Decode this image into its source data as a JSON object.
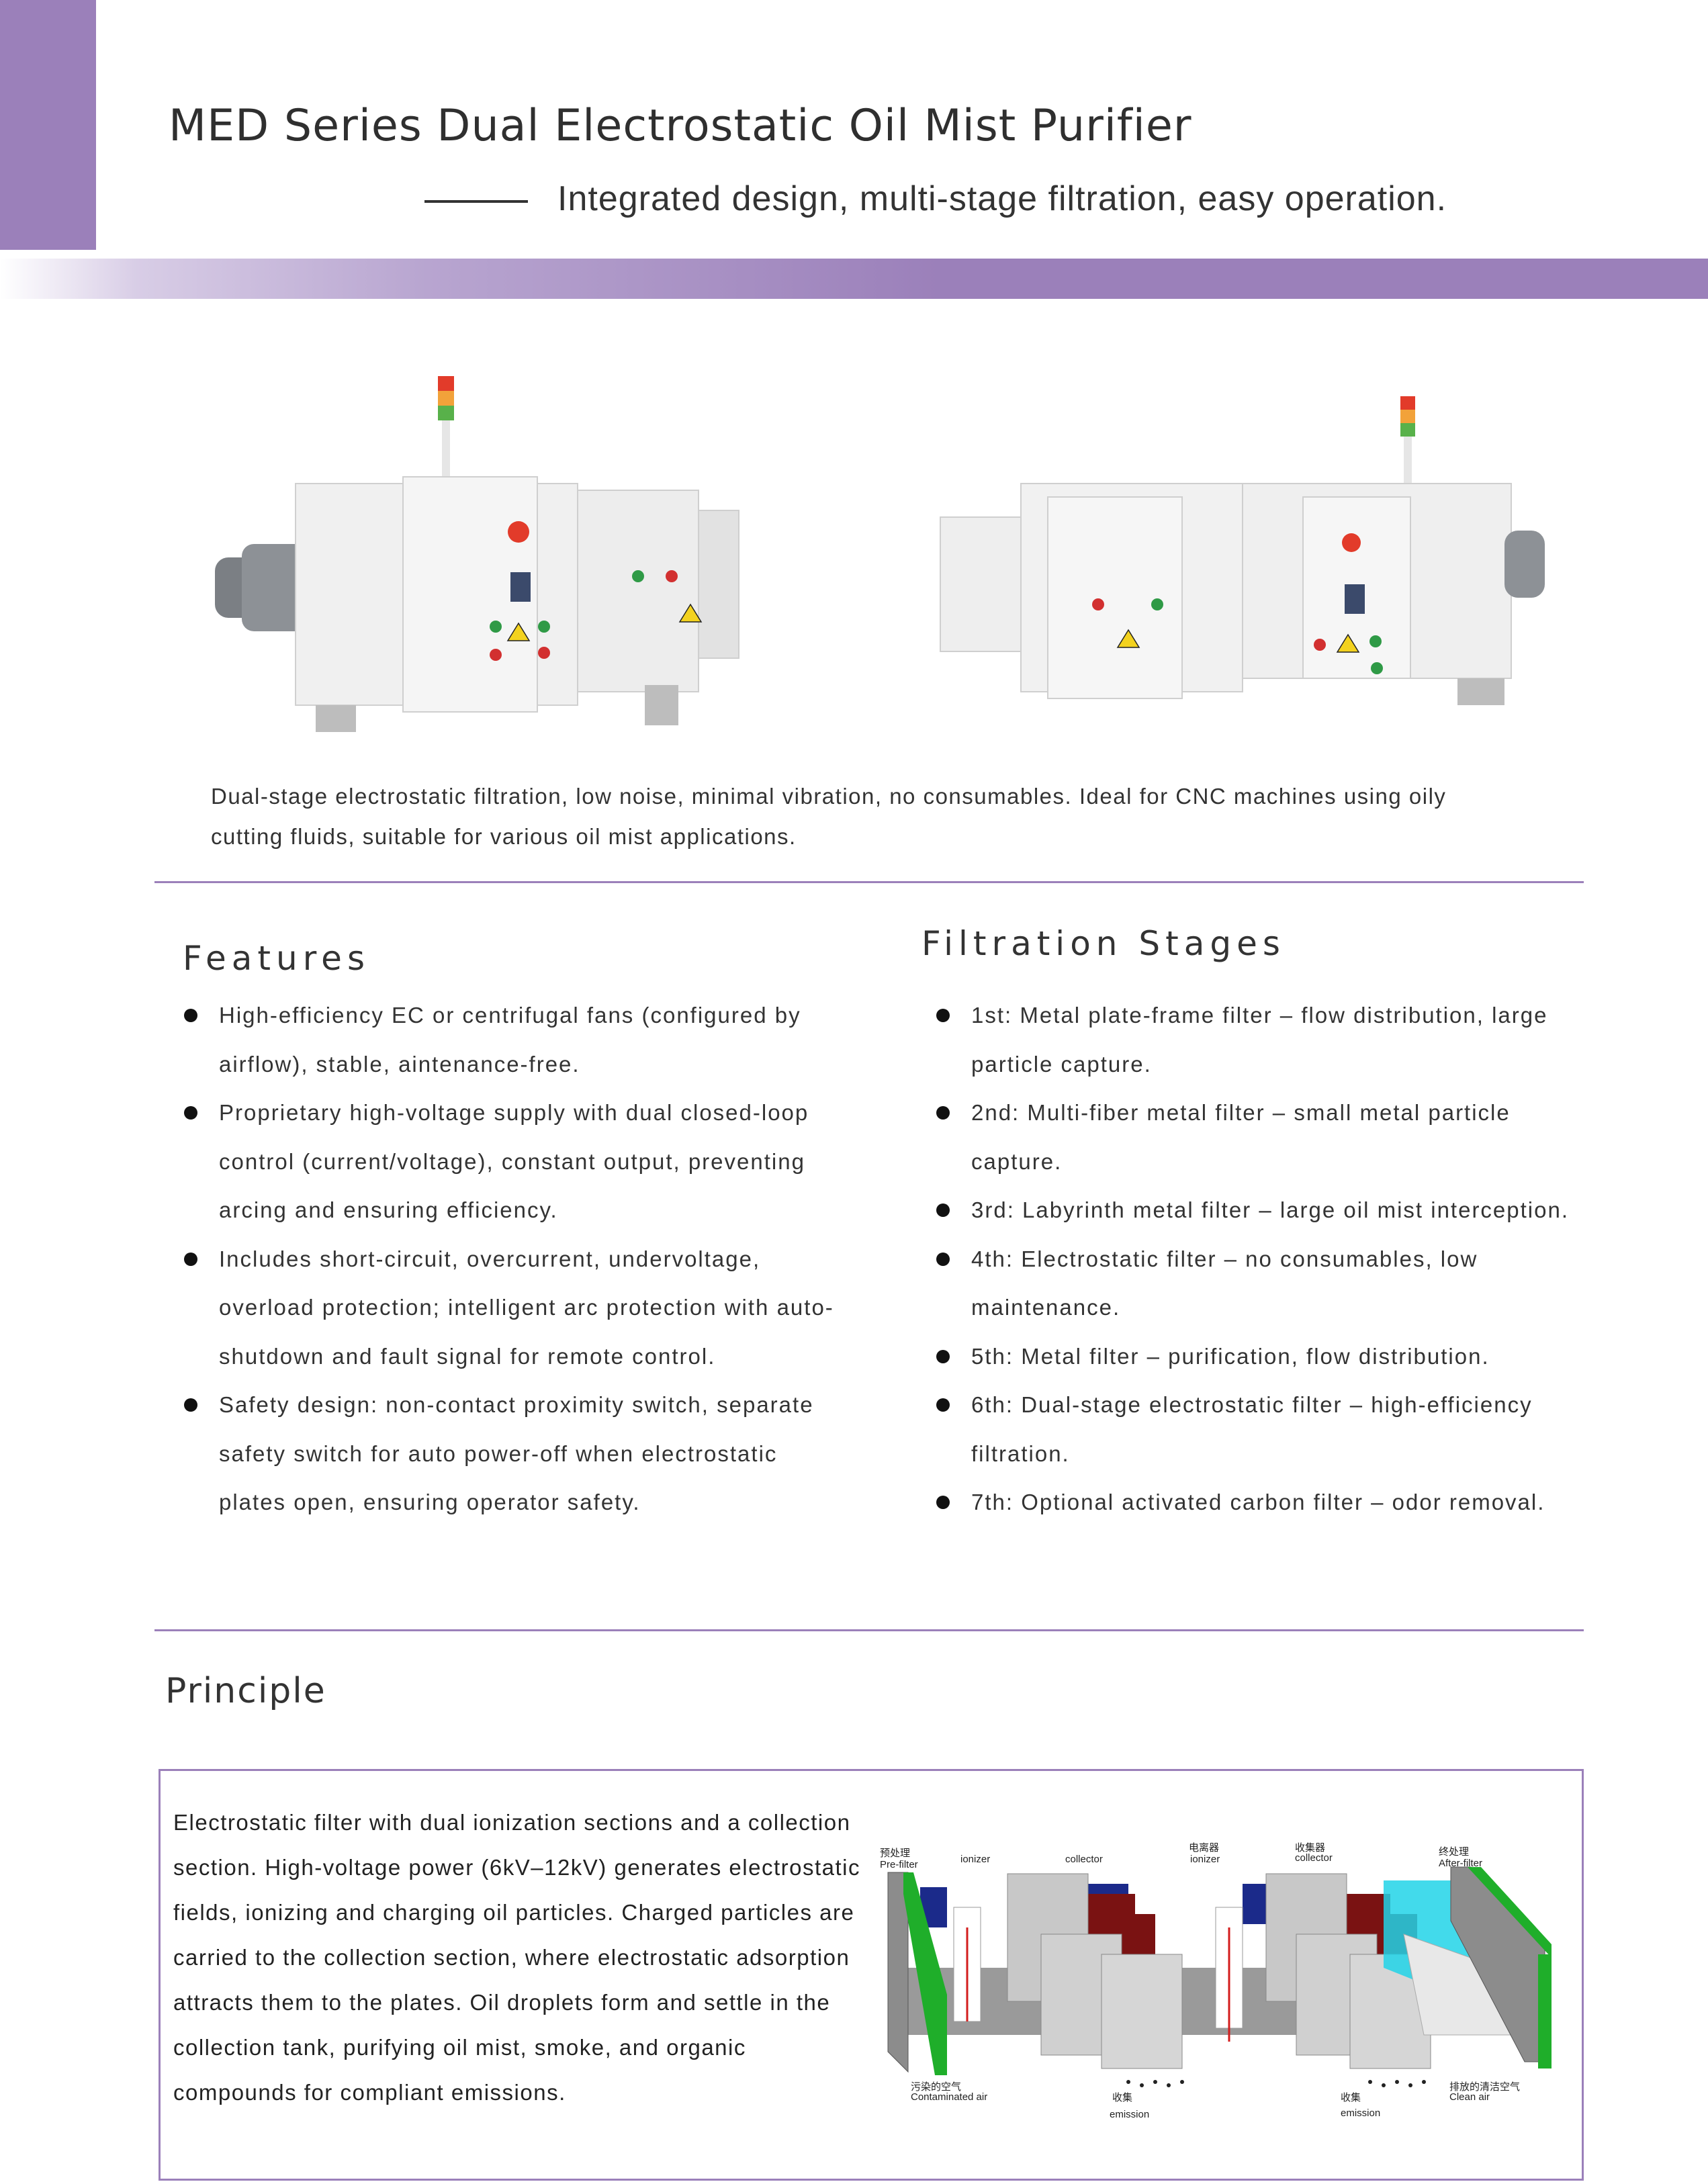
{
  "header": {
    "title": "MED Series Dual Electrostatic Oil Mist Purifier",
    "subtitle": "Integrated design, multi-stage filtration, easy operation."
  },
  "intro": "Dual-stage electrostatic filtration, low noise, minimal vibration, no consumables. Ideal for CNC machines using oily cutting fluids, suitable for various oil mist applications.",
  "features": {
    "heading": "Features",
    "items": [
      "High-efficiency EC or centrifugal fans (configured by airflow), stable, aintenance-free.",
      "Proprietary high-voltage supply with dual closed-loop control (current/voltage), constant output, preventing arcing and ensuring efficiency.",
      "Includes short-circuit, overcurrent, undervoltage, overload protection; intelligent arc protection with auto-shutdown and fault signal for remote control.",
      "Safety design: non-contact proximity switch, separate safety switch for auto power-off when electrostatic plates open, ensuring operator safety."
    ]
  },
  "stages": {
    "heading": "Filtration Stages",
    "items": [
      "1st: Metal plate-frame filter – flow distribution, large particle capture.",
      "2nd: Multi-fiber metal filter – small metal particle capture.",
      "3rd: Labyrinth metal filter – large oil mist interception.",
      "4th: Electrostatic filter – no consumables, low maintenance.",
      "5th: Metal filter – purification, flow distribution.",
      "6th: Dual-stage electrostatic filter – high-efficiency filtration.",
      "7th: Optional activated carbon filter – odor removal."
    ]
  },
  "principle": {
    "heading": "Principle",
    "text": "Electrostatic filter with dual ionization sections and a collection section. High-voltage power (6kV–12kV) generates electrostatic fields, ionizing and charging oil particles. Charged particles are carried to the collection section, where electrostatic adsorption attracts them to the plates. Oil droplets form and settle in the collection tank, purifying oil mist, smoke, and organic compounds for compliant emissions.",
    "diagram": {
      "prefilter_cn": "预处理",
      "prefilter": "Pre-filter",
      "ionizer": "ionizer",
      "collector": "collector",
      "ionizer_cn": "电离器",
      "ionizer2": "ionizer",
      "collector_cn": "收集器",
      "collector2": "collector",
      "afterfilter_cn": "终处理",
      "afterfilter": "After-filter",
      "contaminated_cn": "污染的空气",
      "contaminated": "Contaminated air",
      "emission_cn": "收集",
      "emission": "emission",
      "emission2_cn": "收集",
      "emission2": "emission",
      "clean_cn": "排放的清洁空气",
      "clean": "Clean air"
    }
  },
  "colors": {
    "accent": "#9b80ba"
  }
}
